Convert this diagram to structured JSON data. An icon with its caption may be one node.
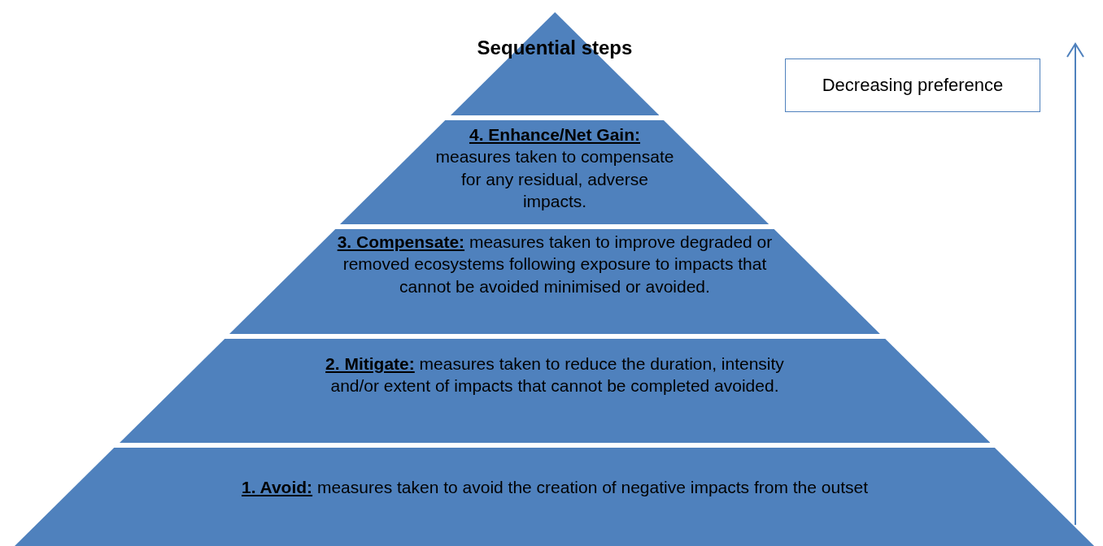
{
  "diagram": {
    "nodes": [
      {
        "text": [
          "Sequential steps"
        ]
      },
      {
        "text": [
          "**4. Enhance/Net Gain:** measures taken to compensate for any residual, adverse impacts."
        ]
      },
      {
        "text": [
          "**3. Compensate:** measures taken to improve degraded or removed ecosystems following exposure to impacts that cannot be avoided minimised or avoided."
        ]
      },
      {
        "text": [
          "**2. Mitigate:** measures taken to reduce the duration, intensity and/or extent of impacts that cannot be completed avoided."
        ]
      },
      {
        "text": [
          "**1. Avoid:** measures taken to avoid the creation of negative impacts from the outset"
        ]
      },
      {
        "text": [
          "Decreasing preference"
        ]
      }
    ],
    "edges": []
  }
}
